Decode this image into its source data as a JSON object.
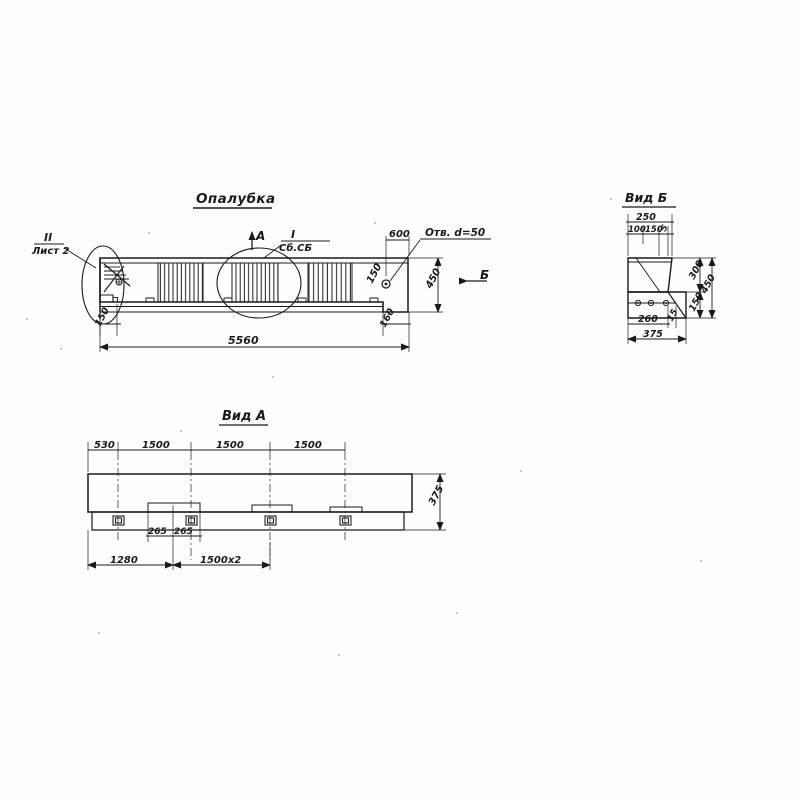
{
  "drawing": {
    "sheet_background": "#fefefe",
    "ink_color": "#1a1a1a",
    "title_main": "Опалубка",
    "sheet_ref": {
      "roman": "II",
      "label": "Лист 2"
    },
    "detail_callout": {
      "roman": "I",
      "label": "Сб.СБ"
    },
    "section_marks": {
      "view_a_arrow": "А",
      "view_b_arrow": "Б"
    },
    "notes": {
      "hole": "Отв. d=50"
    }
  },
  "main_view": {
    "title": "Опалубка",
    "dimensions": {
      "overall_length": "5560",
      "height": "450",
      "left_offset": "150",
      "right_offset": "160",
      "hole_from_end": "600",
      "hole_vertical": "150"
    }
  },
  "view_a": {
    "title": "Вид А",
    "dimensions": {
      "first_span": "530",
      "span_1": "1500",
      "span_2": "1500",
      "span_3": "1500",
      "width": "375",
      "pad_left": "265",
      "pad_right": "265",
      "base_left": "1280",
      "base_span": "1500х2"
    }
  },
  "view_b": {
    "title": "Вид Б",
    "dimensions": {
      "top_width": "250",
      "top_chain_a": "100",
      "top_chain_b": "150",
      "top_chain_c": "5",
      "upper_height": "300",
      "total_height": "450",
      "lower_height": "150",
      "base_inner": "260",
      "base_edge": "15",
      "base_width": "375"
    }
  }
}
